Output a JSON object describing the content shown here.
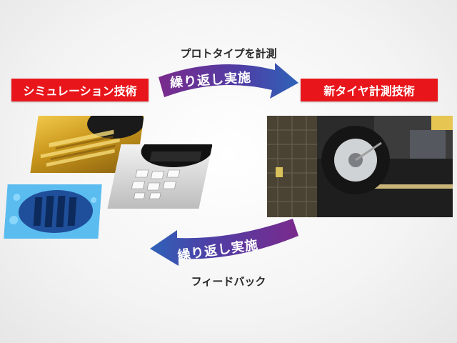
{
  "labels": {
    "simulation": "シミュレーション技術",
    "measurement": "新タイヤ計測技術"
  },
  "arrows": {
    "top_caption": "プロトタイプを計測",
    "top_text": "繰り返し実施",
    "bottom_text": "繰り返し実施",
    "bottom_caption": "フィードバック"
  },
  "colors": {
    "label_bg": "#e8161b",
    "arrow_start": "#7a2a8c",
    "arrow_end": "#2e63b8"
  },
  "icons": {
    "gold_tire_sim": "tire-tread-simulation-image",
    "tire_footprint": "tire-footprint-image",
    "blue_pressure_map": "contact-pressure-map-image",
    "test_rig_photo": "tire-test-machine-photo"
  }
}
